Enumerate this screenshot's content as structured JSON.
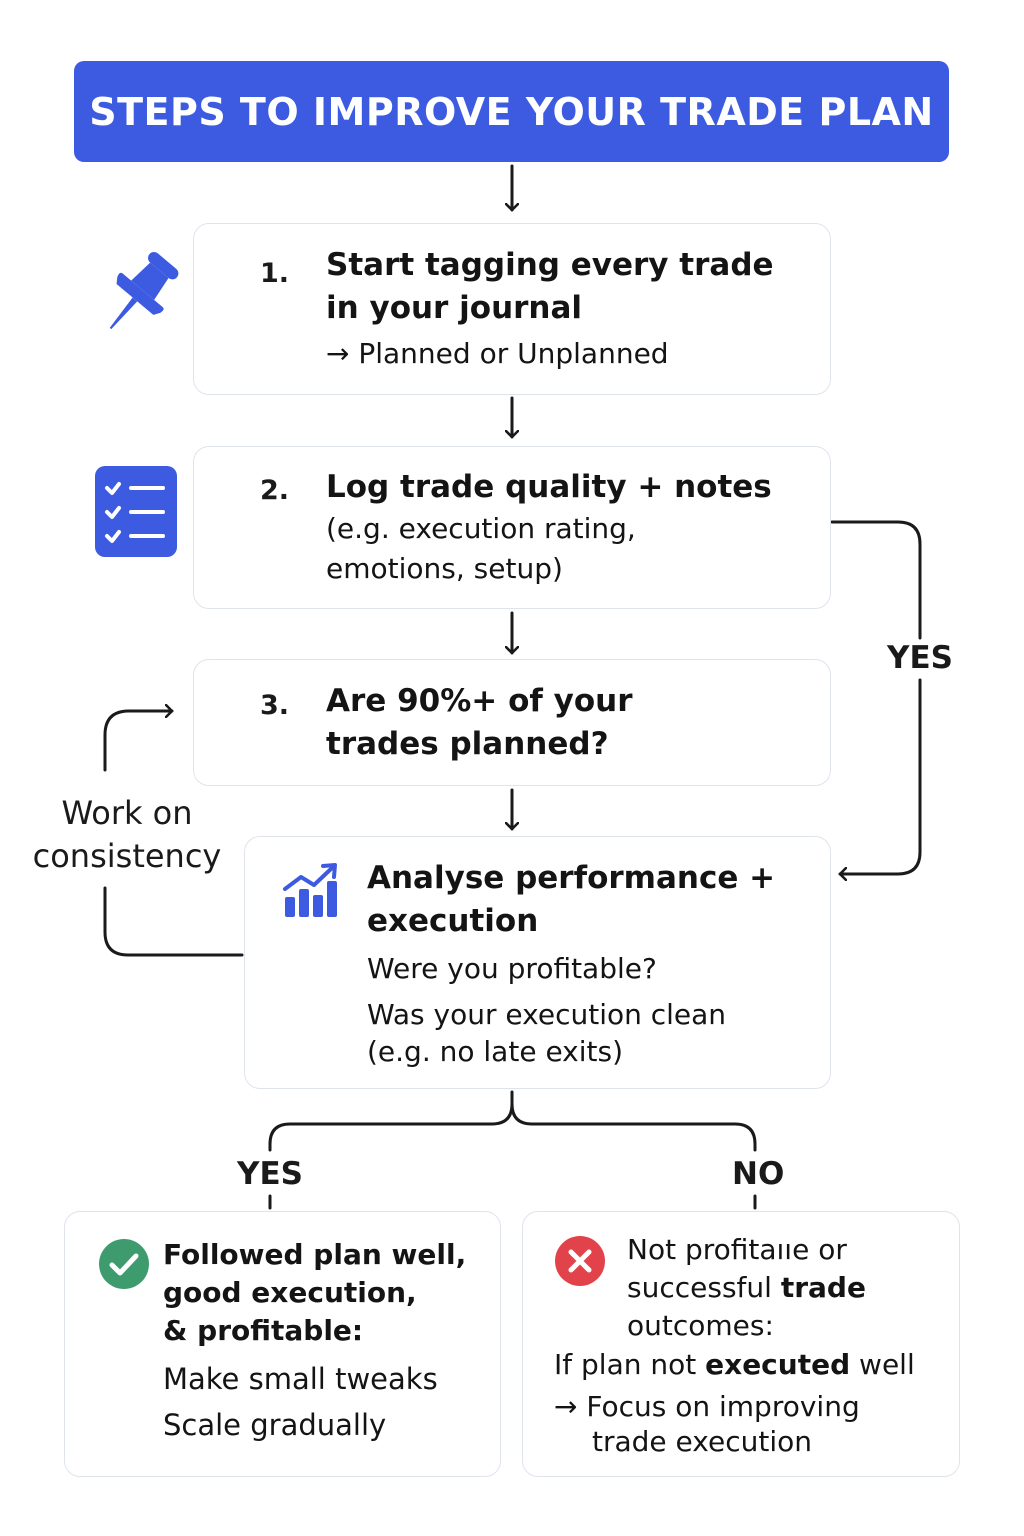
{
  "title": "STEPS TO IMPROVE YOUR TRADE PLAN",
  "steps": [
    {
      "number": "1.",
      "line1": "Start tagging every trade",
      "line2": "in your journal",
      "line3": "→ Planned or Unplanned",
      "icon": "pushpin-icon"
    },
    {
      "number": "2.",
      "line1": "Log trade quality + notes",
      "line2": "(e.g. execution rating,",
      "line3": "emotions, setup)",
      "icon": "checklist-icon"
    },
    {
      "number": "3.",
      "line1": "Are 90%+ of your",
      "line2": "trades planned?"
    }
  ],
  "analyse": {
    "line1": "Analyse performance +",
    "line2": "execution",
    "q1": "Were you profitable?",
    "q2a": "Was your execution clean",
    "q2b": "(e.g. no late exits)",
    "icon": "growth-chart-icon"
  },
  "loop": {
    "label_line1": "Work on",
    "label_line2": "consistency"
  },
  "yes_right_label": "YES",
  "branch": {
    "yes_label": "YES",
    "no_label": "NO"
  },
  "outcome_yes": {
    "h1": "Followed plan well,",
    "h2": "good execution,",
    "h3": "& profitable:",
    "l1": "Make small tweaks",
    "l2": "Scale gradually",
    "icon": "check-circle-icon"
  },
  "outcome_no": {
    "h1": "Not profitaııe or",
    "h2a": "successful ",
    "h2b": "trade",
    "h3": "outcomes:",
    "l1a": "If plan not ",
    "l1b": "executed",
    "l1c": " well",
    "l2": "→ Focus on improving",
    "l3": "trade execution",
    "icon": "x-circle-icon"
  },
  "colors": {
    "accent": "#3d5be0",
    "check": "#3e9b6e",
    "error": "#e2434b",
    "line": "#1a1a1a",
    "box_border": "#dfe4ec"
  }
}
